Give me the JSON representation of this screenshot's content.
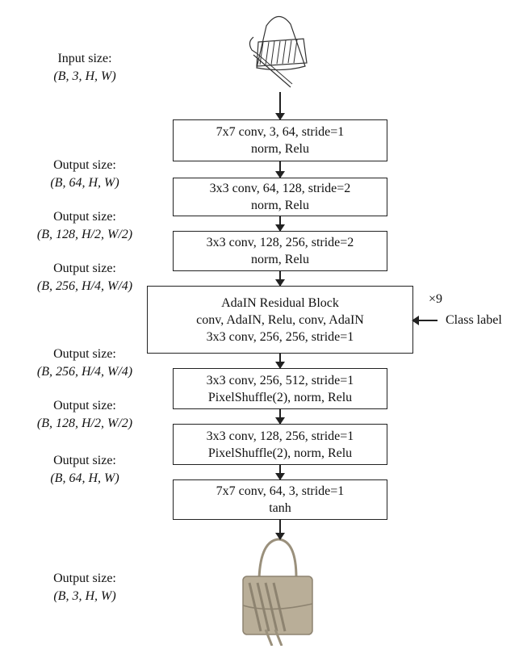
{
  "labels": [
    {
      "title": "Input size:",
      "dim": "(B, 3, H, W)"
    },
    {
      "title": "Output size:",
      "dim": "(B, 64, H, W)"
    },
    {
      "title": "Output size:",
      "dim": "(B, 128, H/2, W/2)"
    },
    {
      "title": "Output size:",
      "dim": "(B, 256, H/4, W/4)"
    },
    {
      "title": "Output size:",
      "dim": "(B, 256, H/4, W/4)"
    },
    {
      "title": "Output size:",
      "dim": "(B, 128, H/2, W/2)"
    },
    {
      "title": "Output size:",
      "dim": "(B, 64, H, W)"
    },
    {
      "title": "Output size:",
      "dim": "(B, 3, H, W)"
    }
  ],
  "blocks": [
    {
      "lines": [
        "7x7 conv, 3, 64, stride=1",
        "norm, Relu"
      ]
    },
    {
      "lines": [
        "3x3 conv, 64, 128, stride=2",
        "norm, Relu"
      ]
    },
    {
      "lines": [
        "3x3 conv, 128, 256, stride=2",
        "norm, Relu"
      ]
    },
    {
      "lines": [
        "AdaIN Residual Block",
        "conv, AdaIN, Relu, conv, AdaIN",
        "3x3 conv, 256, 256, stride=1"
      ]
    },
    {
      "lines": [
        "3x3 conv, 256, 512, stride=1",
        "PixelShuffle(2), norm, Relu"
      ]
    },
    {
      "lines": [
        "3x3 conv, 128, 256, stride=1",
        "PixelShuffle(2), norm, Relu"
      ]
    },
    {
      "lines": [
        "7x7 conv, 64, 3, stride=1",
        "tanh"
      ]
    }
  ],
  "repeat_note": "×9",
  "class_label": "Class label",
  "colors": {
    "line": "#222222",
    "bag_fill": "#b9ae98",
    "bag_dark": "#8d8370"
  }
}
